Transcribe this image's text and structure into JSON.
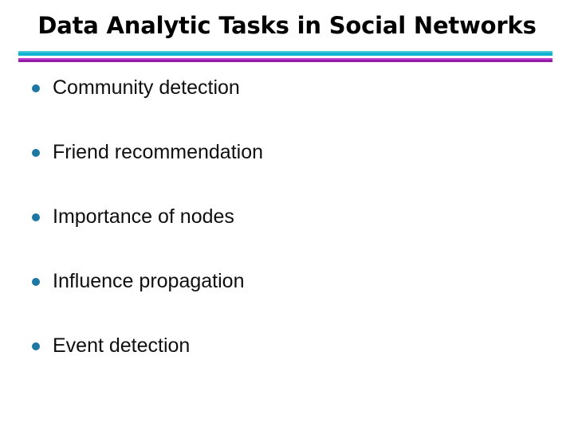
{
  "slide": {
    "title": "Data Analytic Tasks in Social Networks",
    "background_color": "#ffffff",
    "title_color": "#000000",
    "divider": {
      "cyan_light_color": "#4cc9dd",
      "cyan_color": "#11b4cf",
      "magenta_light_color": "#c13fd0",
      "magenta_color": "#951ca8"
    },
    "bullet_color": "#1c77a3",
    "bullets": [
      {
        "label": "Community detection"
      },
      {
        "label": "Friend recommendation"
      },
      {
        "label": "Importance of nodes"
      },
      {
        "label": "Influence propagation"
      },
      {
        "label": "Event detection"
      }
    ]
  }
}
